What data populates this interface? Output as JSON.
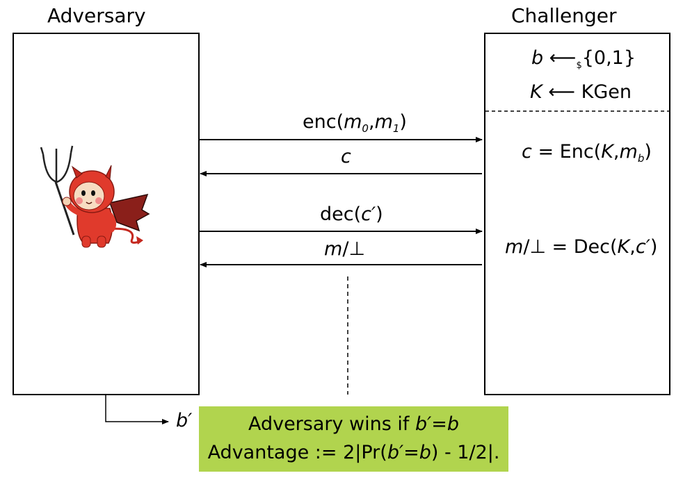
{
  "adversary_label": "Adversary",
  "challenger_label": "Challenger",
  "challenger_setup": {
    "b_var": "b",
    "arrow": "⟵",
    "rand_sub": "$",
    "set": "{0,1}",
    "k_var": "K",
    "kgen": "KGen"
  },
  "messages": {
    "enc_query": {
      "fn": "enc(",
      "m0": "m",
      "m0_sub": "0",
      "sep": ",",
      "m1": "m",
      "m1_sub": "1",
      "close": ")"
    },
    "enc_reply": "c",
    "dec_query": {
      "fn": "dec(",
      "arg": "c′",
      "close": ")"
    },
    "dec_reply": {
      "m": "m",
      "slash": "/",
      "bot": "⊥"
    }
  },
  "challenger_ops": {
    "enc": {
      "c": "c",
      "eq": " = Enc(",
      "K": "K",
      "sep": ",",
      "m": "m",
      "m_sub": "b",
      "close": ")"
    },
    "dec": {
      "m": "m",
      "slash": "/",
      "bot": "⊥",
      "eq": " = Dec(",
      "K": "K",
      "sep": ",",
      "c": "c′",
      "close": ")"
    }
  },
  "output": {
    "b_prime": "b′"
  },
  "result": {
    "line1_a": "Adversary wins if ",
    "line1_b": "b′=b",
    "line2_a": "Advantage := 2|Pr(",
    "line2_b": "b′=b",
    "line2_c": ") - 1/2|."
  },
  "colors": {
    "result_bg": "#b1d44e",
    "devil_red": "#e03a2c",
    "devil_wing": "#8a1f1a"
  },
  "icons": {
    "devil": "devil-with-trident"
  }
}
